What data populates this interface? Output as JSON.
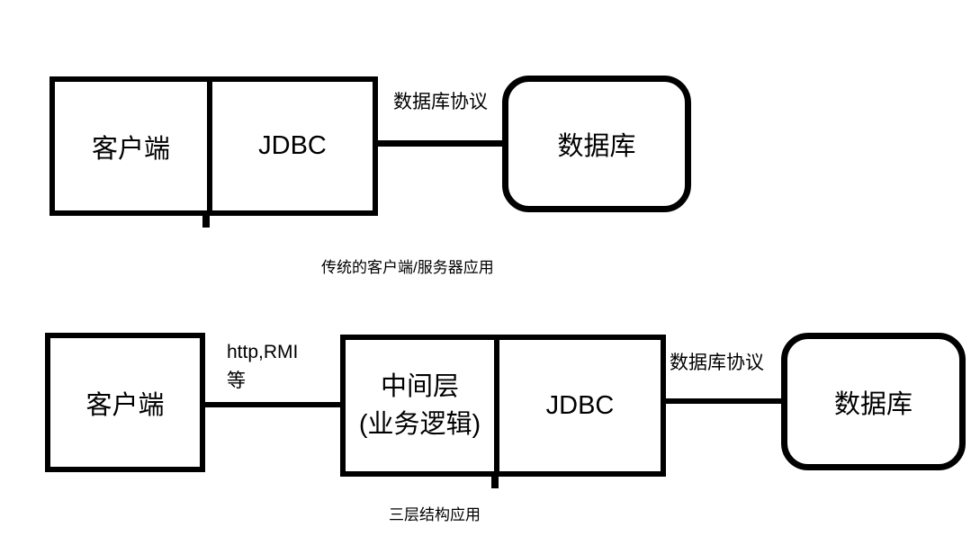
{
  "colors": {
    "ink": "#000000",
    "background": "#ffffff"
  },
  "top_diagram": {
    "client": "客户端",
    "jdbc": "JDBC",
    "protocol_label": "数据库协议",
    "database": "数据库",
    "caption": "传统的客户端/服务器应用"
  },
  "bottom_diagram": {
    "client": "客户端",
    "link_label_line1": "http,RMI",
    "link_label_line2": "等",
    "middle_tier_line1": "中间层",
    "middle_tier_line2": "(业务逻辑)",
    "jdbc": "JDBC",
    "protocol_label": "数据库协议",
    "database": "数据库",
    "caption": "三层结构应用"
  }
}
